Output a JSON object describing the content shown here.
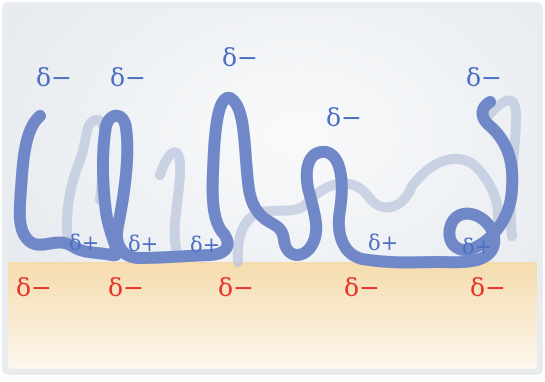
{
  "colors": {
    "frame": "#d9dde2",
    "background_top": "#e3e8ed",
    "background_center": "#f9fafb",
    "substrate": "#f5dcae",
    "substrate_fade": "#fdf8ee",
    "chain": "#7088c8",
    "chain_shadow": "#b9c4dc",
    "label_blue": "#4d6fc4",
    "label_red": "#e8332b"
  },
  "labels": {
    "chain_ends": [
      "δ−",
      "δ−",
      "δ−",
      "δ−",
      "δ−"
    ],
    "chain_contacts": [
      "δ+",
      "δ+",
      "δ+",
      "δ+",
      "δ+"
    ],
    "surface": [
      "δ−",
      "δ−",
      "δ−",
      "δ−",
      "δ−"
    ]
  }
}
